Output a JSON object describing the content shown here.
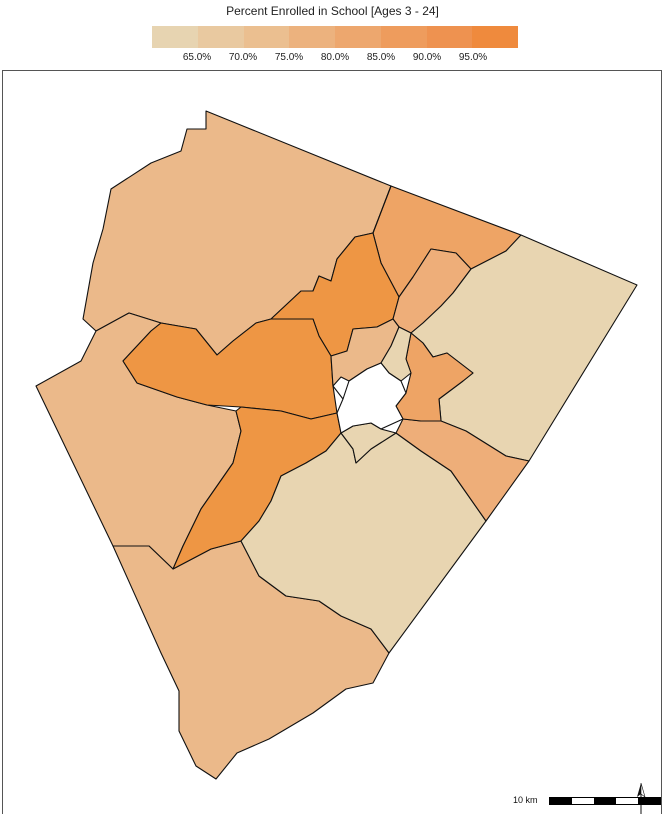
{
  "legend": {
    "title": "Percent Enrolled in School [Ages 3 - 24]",
    "swatches": [
      "#e7d4b1",
      "#e9c9a0",
      "#ebbf90",
      "#ecb27e",
      "#eda76e",
      "#ee9c5d",
      "#ee9250",
      "#ef8a3d"
    ],
    "ticks": [
      "65.0%",
      "70.0%",
      "75.0%",
      "80.0%",
      "85.0%",
      "90.0%",
      "95.0%"
    ]
  },
  "map": {
    "colors": {
      "c75": "#ebb98a",
      "c80": "#eeae79",
      "c85": "#eea465",
      "c90": "#ee9644",
      "c65": "#e8d5b1",
      "no_data": "#ffffff",
      "outline": "#111111"
    },
    "regions": [
      {
        "name": "northwest",
        "class": "c75"
      },
      {
        "name": "west",
        "class": "c75"
      },
      {
        "name": "southwest",
        "class": "c75"
      },
      {
        "name": "north-central",
        "class": "c85"
      },
      {
        "name": "north-central-west",
        "class": "c90"
      },
      {
        "name": "northeast-strip",
        "class": "c80"
      },
      {
        "name": "central-west",
        "class": "c90"
      },
      {
        "name": "central-south",
        "class": "c90"
      },
      {
        "name": "east",
        "class": "c65"
      },
      {
        "name": "southeast",
        "class": "c65"
      },
      {
        "name": "south-central-east",
        "class": "c80"
      },
      {
        "name": "inner-east",
        "class": "c85"
      },
      {
        "name": "inner-northwest",
        "class": "c75"
      },
      {
        "name": "inner-north",
        "class": "c65"
      },
      {
        "name": "inner-south",
        "class": "c65"
      },
      {
        "name": "city-center",
        "class": "no_data"
      }
    ]
  },
  "north_arrow": {
    "icon": "north-arrow-icon"
  },
  "scalebar": {
    "label": "10 km",
    "segments": [
      "#000000",
      "#ffffff",
      "#000000",
      "#ffffff",
      "#000000"
    ]
  }
}
